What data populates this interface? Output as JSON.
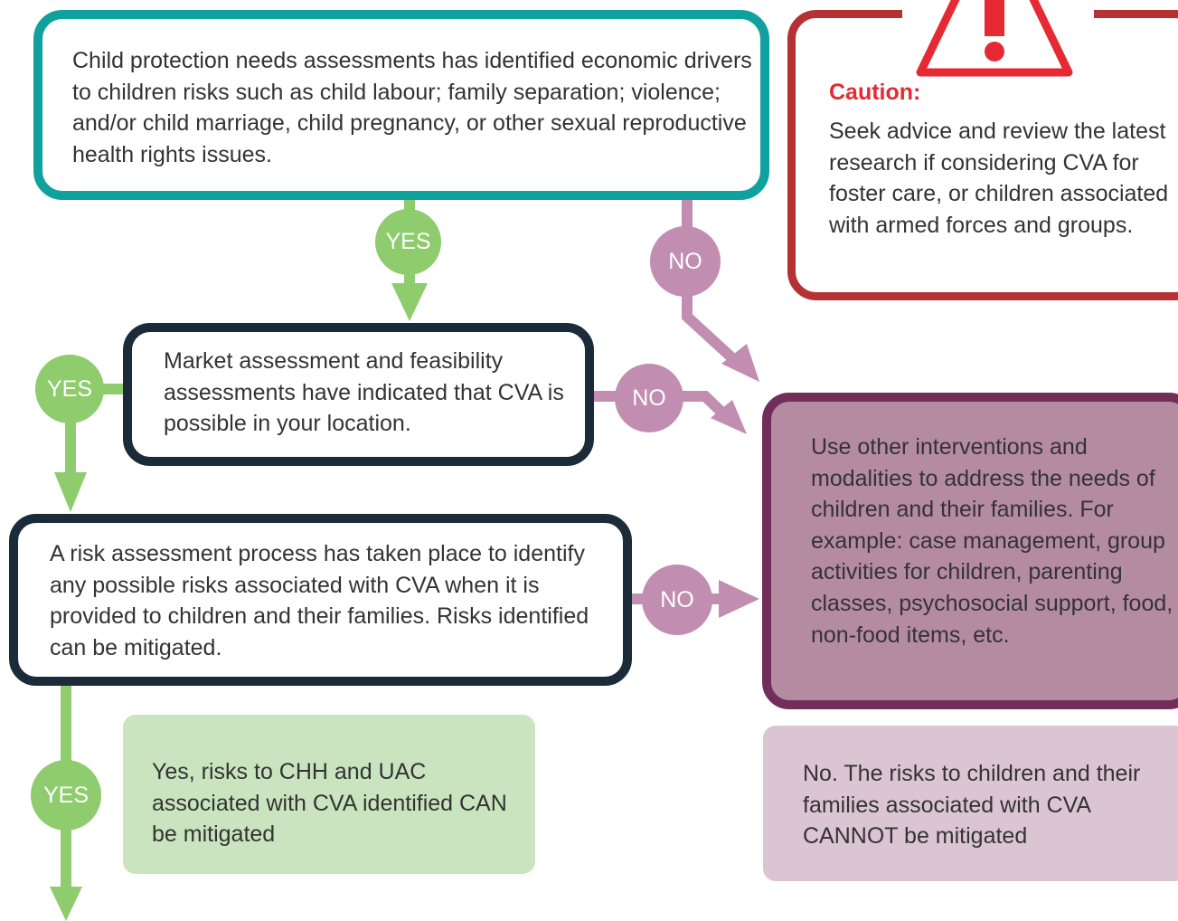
{
  "nodes": {
    "q1": "Child protection needs assessments has identified economic drivers to children risks such as child labour; family separation; violence; and/or child marriage, child pregnancy, or other sexual reproductive health rights issues.",
    "q2": "Market assessment and feasibility assessments have indicated that CVA is possible in your location.",
    "q3": "A risk assessment process has taken place to identify any possible risks associated with CVA when it is provided to children and their families. Risks identified can be mitigated.",
    "alternative": "Use other interventions and modalities to address the needs of children and their families. For example: case management, group activities for children, parenting classes, psychosocial support, food, non-food items, etc.",
    "yes_outcome": "Yes, risks to CHH and UAC associated with CVA identified CAN be mitigated",
    "no_outcome": "No. The risks to children and their families associated with CVA CANNOT be mitigated"
  },
  "caution": {
    "title": "Caution:",
    "text": "Seek advice and review the latest research if considering CVA for foster care, or children associated with armed forces and groups."
  },
  "labels": {
    "yes": "YES",
    "no": "NO"
  },
  "colors": {
    "teal": "#10A19E",
    "navy": "#1C2B39",
    "yes_green": "#8ECC6E",
    "no_mauve": "#C18DB0",
    "caution_red": "#B53133",
    "warning_red": "#E52A33",
    "alt_fill": "#B58BA1",
    "alt_border": "#722E5A",
    "yes_outcome_fill": "#C9E4BE",
    "no_outcome_fill": "#DCC5D2"
  }
}
